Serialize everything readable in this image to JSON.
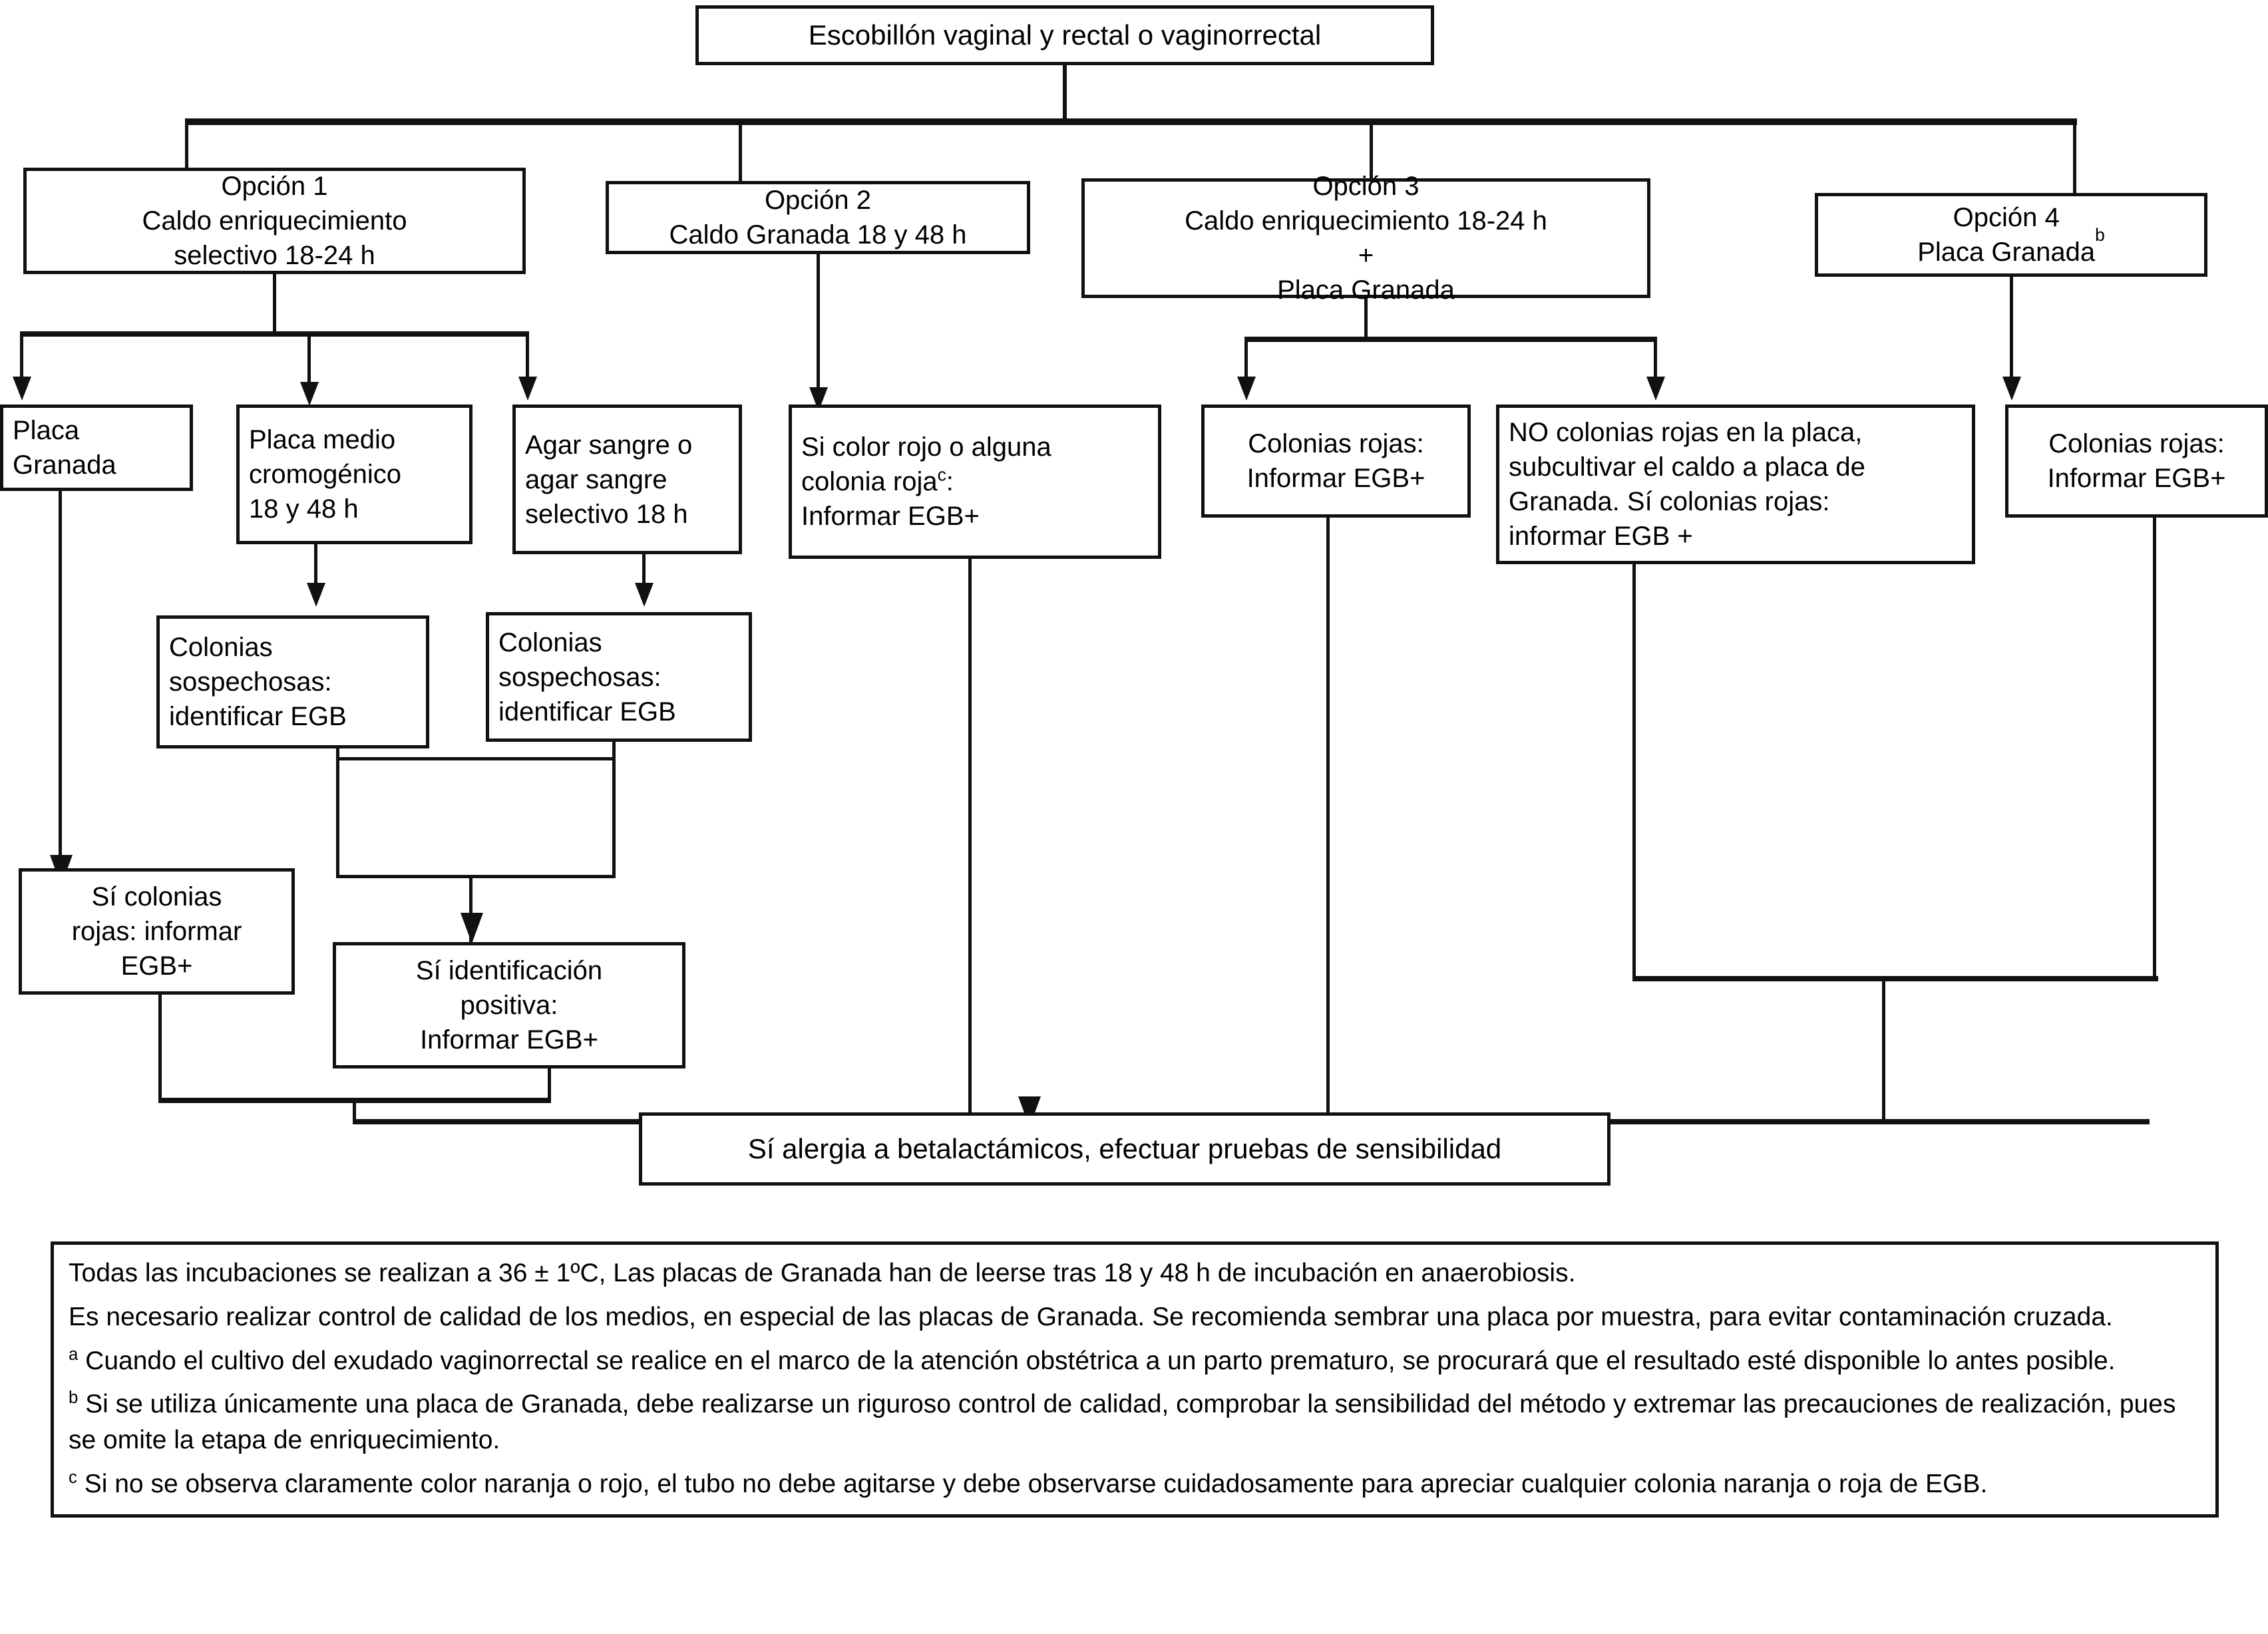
{
  "diagram": {
    "root": {
      "label": "Escobillón vaginal y rectal o vaginorrectal"
    },
    "options": [
      {
        "label": "Opción 1\nCaldo enriquecimiento\nselectivo 18-24 h"
      },
      {
        "label": "Opción 2\nCaldo Granada 18 y 48 h"
      },
      {
        "label": "Opción 3\nCaldo enriquecimiento  18-24 h\n+\nPlaca Granada"
      },
      {
        "label": "Opción 4\nPlaca Granada",
        "sup": "b"
      }
    ],
    "level3": [
      {
        "label": "Placa\nGranada"
      },
      {
        "label": "Placa medio\ncromogénico\n18 y 48 h"
      },
      {
        "label": "Agar sangre o\nagar sangre\nselectivo 18 h"
      },
      {
        "label_pre": "Si color rojo o alguna\ncolonia roja",
        "sup": "c",
        "label_post": ":\nInformar EGB+"
      },
      {
        "label": "Colonias rojas:\nInformar EGB+"
      },
      {
        "label": "NO colonias rojas en la placa,\nsubcultivar el caldo a placa de\nGranada. Sí colonias rojas:\ninformar EGB +"
      },
      {
        "label": "Colonias rojas:\nInformar EGB+"
      }
    ],
    "level4": [
      {
        "label": "Colonias\nsospechosas:\nidentificar EGB"
      },
      {
        "label": "Colonias\nsospechosas:\nidentificar EGB"
      }
    ],
    "level5": [
      {
        "label": "Sí colonias\nrojas: informar\nEGB+"
      },
      {
        "label": "Sí identificación\npositiva:\nInformar EGB+"
      }
    ],
    "terminal": {
      "label": "Sí alergia a betalactámicos, efectuar pruebas de sensibilidad"
    }
  },
  "notes": {
    "line1": "Todas las incubaciones se realizan a 36 ± 1ºC, Las placas de Granada han de leerse tras 18 y 48 h de incubación en anaerobiosis.",
    "line2": "Es necesario realizar control de calidad de los medios, en especial de las placas de Granada. Se recomienda sembrar una placa por muestra, para evitar contaminación cruzada.",
    "note_a_marker": "a",
    "note_a": " Cuando el cultivo del exudado vaginorrectal se realice en el marco de la atención obstétrica a un parto prematuro, se procurará que el resultado esté disponible lo antes posible.",
    "note_b_marker": "b",
    "note_b": " Si se utiliza únicamente una placa de Granada, debe realizarse un riguroso control de calidad, comprobar la sensibilidad del método y extremar las precauciones de realización,  pues se omite la etapa de enriquecimiento.",
    "note_c_marker": "c",
    "note_c": " Si no se observa claramente color naranja o rojo, el tubo no debe agitarse y debe observarse cuidadosamente para apreciar cualquier colonia naranja o roja de EGB."
  }
}
